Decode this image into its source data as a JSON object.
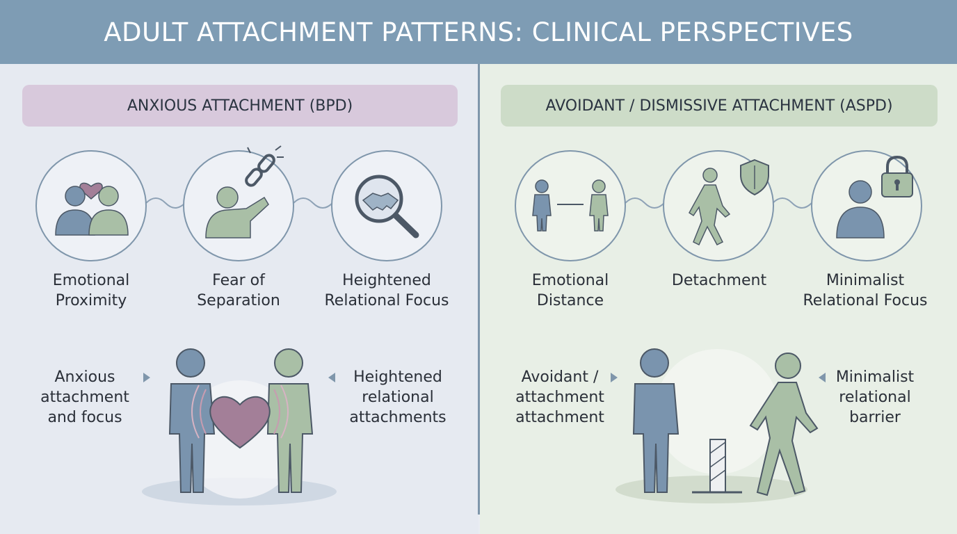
{
  "title": "ADULT ATTACHMENT PATTERNS: CLINICAL PERSPECTIVES",
  "colors": {
    "header": "#7e9cb4",
    "figure_blue": "#7a94ae",
    "figure_green": "#a9bfa6",
    "heart": "#a37f98",
    "outline": "#4c5866"
  },
  "left": {
    "banner": "ANXIOUS ATTACHMENT (BPD)",
    "icons": [
      {
        "icon": "two-people-heart-icon",
        "line1": "Emotional",
        "line2": "Proximity"
      },
      {
        "icon": "reaching-broken-chain-icon",
        "line1": "Fear of",
        "line2": "Separation"
      },
      {
        "icon": "magnifier-handshake-icon",
        "line1": "Heightened",
        "line2": "Relational Focus"
      }
    ],
    "side_left": {
      "line1": "Anxious",
      "line2": "attachment",
      "line3": "and focus"
    },
    "side_right": {
      "line1": "Heightened",
      "line2": "relational",
      "line3": "attachments"
    }
  },
  "right": {
    "banner": "AVOIDANT / DISMISSIVE ATTACHMENT (ASPD)",
    "icons": [
      {
        "icon": "distant-people-icon",
        "line1": "Emotional",
        "line2": "Distance"
      },
      {
        "icon": "walking-shield-icon",
        "line1": "Detachment",
        "line2": ""
      },
      {
        "icon": "person-padlock-icon",
        "line1": "Minimalist",
        "line2": "Relational Focus"
      }
    ],
    "side_left": {
      "line1": "Avoidant /",
      "line2": "attachment",
      "line3": "attachment"
    },
    "side_right": {
      "line1": "Minimalist",
      "line2": "relational",
      "line3": "barrier"
    }
  }
}
